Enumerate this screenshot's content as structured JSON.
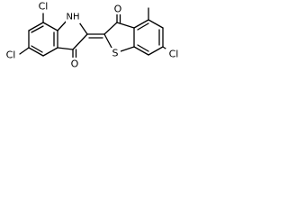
{
  "molecule": {
    "atoms": {
      "cl_top_left": "Cl",
      "nh": "NH",
      "cl_left": "Cl",
      "o_indole": "O",
      "o_thio": "O",
      "methyl": "",
      "s": "S",
      "cl_right": "Cl"
    }
  }
}
